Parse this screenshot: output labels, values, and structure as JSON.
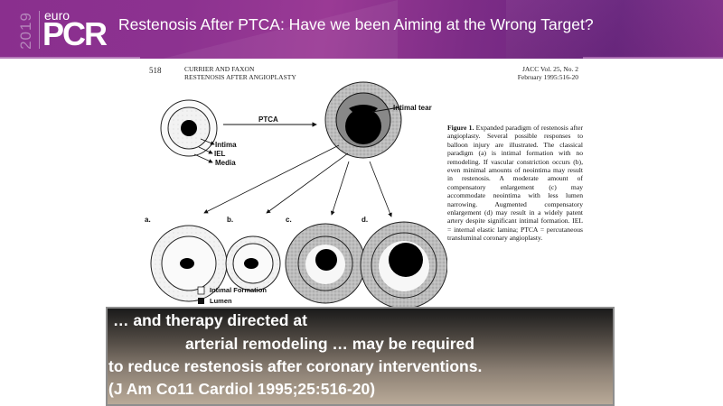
{
  "header": {
    "logo": {
      "year": "2019",
      "euro": "euro",
      "brand": "PCR"
    },
    "title": "Restenosis After PTCA: Have we been Aiming at the Wrong Target?"
  },
  "paper": {
    "page_number": "518",
    "authors": "CURRIER AND FAXON",
    "running_title": "RESTENOSIS AFTER ANGIOPLASTY",
    "journal_line1": "JACC Vol. 25, No. 2",
    "journal_line2": "February 1995:516-20",
    "figure": {
      "labels": {
        "ptca": "PTCA",
        "intimal_tear": "Intimal tear",
        "intima": "Intima",
        "iel": "IEL",
        "media": "Media",
        "a": "a.",
        "b": "b.",
        "c": "c.",
        "d": "d."
      },
      "legend": [
        {
          "label": "Intimal Formation",
          "swatch": "white"
        },
        {
          "label": "Lumen",
          "swatch": "black"
        }
      ]
    },
    "caption": {
      "heading": "Figure 1.",
      "text": "Expanded paradigm of restenosis after angioplasty. Several possible responses to balloon injury are illustrated. The classical paradigm (a) is intimal formation with no remodeling. If vascular constriction occurs (b), even minimal amounts of neointima may result in restenosis. A moderate amount of compensatory enlargement (c) may accommodate neointima with less lumen narrowing. Augmented compensatory enlargement (d) may result in a widely patent artery despite significant intimal formation. IEL = internal elastic lamina; PTCA = percutaneous transluminal coronary angioplasty."
    }
  },
  "quote": {
    "line1": "… and therapy directed at",
    "line2": "arterial remodeling … may be required",
    "line3": "to reduce restenosis after coronary interventions.",
    "line4": "(J Am Co11 Cardiol 1995;25:516-20)"
  },
  "colors": {
    "header_purple": "#8a2f8e",
    "quote_top": "#1a1a1a",
    "quote_bottom": "#b9aa98"
  }
}
